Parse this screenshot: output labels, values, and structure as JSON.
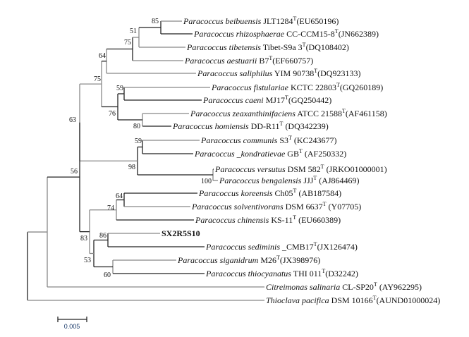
{
  "tree": {
    "leaves": [
      {
        "id": "l1",
        "taxon": "Paracoccus beibuensis",
        "strain": "JLT1284",
        "type_strain": "T",
        "accession": "(EU650196)"
      },
      {
        "id": "l2",
        "taxon": "Paracoccus rhizosphaerae",
        "strain": "CC-CCM15-8",
        "type_strain": "T",
        "accession": "(JN662389)"
      },
      {
        "id": "l3",
        "taxon": "Paracoccus tibetensis",
        "strain": "Tibet-S9a 3",
        "type_strain": "T",
        "accession": "(DQ108402)"
      },
      {
        "id": "l4",
        "taxon": "Paracoccus aestuarii",
        "strain": "B7",
        "type_strain": "T",
        "accession": "(EF660757)"
      },
      {
        "id": "l5",
        "taxon": "Paracoccus saliphilus",
        "strain": " YIM 90738",
        "type_strain": "T",
        "accession": "(DQ923133)"
      },
      {
        "id": "l6",
        "taxon": "Paracoccus fistulariae",
        "strain": "KCTC 22803",
        "type_strain": "T",
        "accession": "(GQ260189)"
      },
      {
        "id": "l7",
        "taxon": "Paracoccus caeni",
        "strain": "MJ17",
        "type_strain": "T",
        "accession": "(GQ250442)"
      },
      {
        "id": "l8",
        "taxon": "Paracoccus zeaxanthinifaciens",
        "strain": "ATCC 21588",
        "type_strain": "T",
        "accession": "(AF461158)"
      },
      {
        "id": "l9",
        "taxon": "Paracoccus homiensis",
        "strain": "DD-R11",
        "type_strain": "T",
        "accession": " (DQ342239)"
      },
      {
        "id": "l10",
        "taxon": "Paracoccus communis",
        "strain": "S3",
        "type_strain": "T",
        "accession": " (KC243677)"
      },
      {
        "id": "l11",
        "taxon": "Paracoccus _kondratievae",
        "strain": "GB",
        "type_strain": "T",
        "accession": " (AF250332)"
      },
      {
        "id": "l12",
        "taxon": "Paracoccus versutus",
        "strain": "DSM  582",
        "type_strain": "T",
        "accession": " (JRKO01000001)"
      },
      {
        "id": "l13",
        "taxon": "Paracoccus bengalensis",
        "strain": "JJJ",
        "type_strain": "T",
        "accession": " (AJ864469)"
      },
      {
        "id": "l14",
        "taxon": "Paracoccus koreensis",
        "strain": "Ch05",
        "type_strain": "T",
        "accession": " (AB187584)"
      },
      {
        "id": "l15",
        "taxon": "Paracoccus solventivorans",
        "strain": "DSM 6637",
        "type_strain": "T",
        "accession": " (Y07705)"
      },
      {
        "id": "l16",
        "taxon": "Paracoccus chinensis",
        "strain": "KS-11",
        "type_strain": "T",
        "accession": " (EU660389)"
      },
      {
        "id": "l17",
        "taxon": "",
        "strain": "SX2R5S10",
        "type_strain": "",
        "accession": "",
        "highlight": true
      },
      {
        "id": "l18",
        "taxon": "Paracoccus sediminis",
        "strain": "_CMB17",
        "type_strain": "T",
        "accession": "(JX126474)"
      },
      {
        "id": "l19",
        "taxon": "Paracoccus siganidrum",
        "strain": "M26",
        "type_strain": "T",
        "accession": "(JX398976)"
      },
      {
        "id": "l20",
        "taxon": "Paracoccus thiocyanatus",
        "strain": "THI 011",
        "type_strain": "T",
        "accession": "(D32242)"
      },
      {
        "id": "l21",
        "taxon": "Citreimonas salinaria",
        "strain": "CL-SP20",
        "type_strain": "T",
        "accession": " (AY962295)"
      },
      {
        "id": "l22",
        "taxon": "Thioclava pacifica",
        "strain": "DSM 10166",
        "type_strain": "T",
        "accession": "(AUND01000024)"
      }
    ],
    "bootstrap": {
      "n85": "85",
      "n51": "51",
      "n75a": "75",
      "n64": "64",
      "n75b": "75",
      "n59a": "59",
      "n76": "76",
      "n80": "80",
      "n63": "63",
      "n59b": "59",
      "n98": "98",
      "n100": "100",
      "n56": "56",
      "n64c": "64",
      "n74": "74",
      "n83": "83",
      "n86": "86",
      "n53": "53",
      "n60": "60"
    },
    "scale_bar": {
      "label": "0.005",
      "value": 0.005
    }
  }
}
